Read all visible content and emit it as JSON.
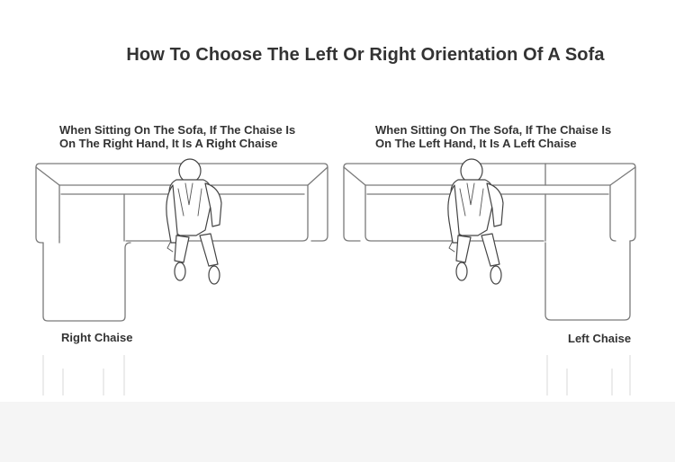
{
  "title": "How To Choose The Left Or Right Orientation Of A Sofa",
  "left_panel": {
    "caption": "When Sitting On The Sofa, If The Chaise Is\nOn The Right Hand, It Is A Right Chaise",
    "label": "Right Chaise"
  },
  "right_panel": {
    "caption": "When Sitting On The Sofa, If The Chaise Is\nOn The Left Hand, It Is A Left Chaise",
    "label": "Left Chaise"
  },
  "colors": {
    "text": "#333333",
    "line": "#7a7a7a",
    "footer": "#f5f5f5"
  }
}
